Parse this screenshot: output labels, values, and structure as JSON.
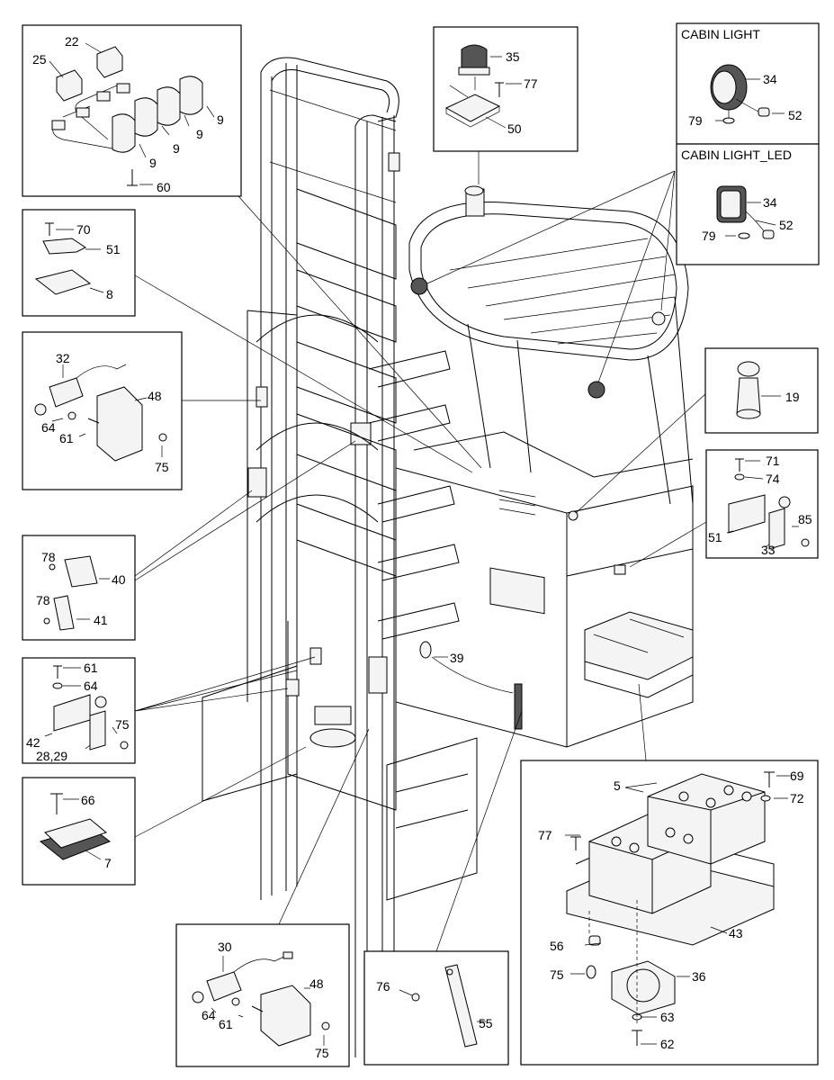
{
  "panels": {
    "cabin_light_title": "CABIN LIGHT",
    "cabin_light_led_title": "CABIN LIGHT_LED"
  },
  "callouts": {
    "p22": "22",
    "p25": "25",
    "p9a": "9",
    "p9b": "9",
    "p9c": "9",
    "p9d": "9",
    "p60": "60",
    "p35": "35",
    "p77a": "77",
    "p50": "50",
    "p34a": "34",
    "p79a": "79",
    "p52a": "52",
    "p34b": "34",
    "p52b": "52",
    "p79b": "79",
    "p70": "70",
    "p51a": "51",
    "p8": "8",
    "p32": "32",
    "p48a": "48",
    "p64a": "64",
    "p61a": "61",
    "p75a": "75",
    "p19": "19",
    "p71": "71",
    "p74": "74",
    "p85": "85",
    "p51b": "51",
    "p33": "33",
    "p78a": "78",
    "p40": "40",
    "p78b": "78",
    "p41": "41",
    "p61b": "61",
    "p64b": "64",
    "p75b": "75",
    "p42": "42",
    "p2829": "28,29",
    "p39": "39",
    "p66": "66",
    "p7": "7",
    "p5": "5",
    "p69": "69",
    "p72": "72",
    "p77b": "77",
    "p43": "43",
    "p56": "56",
    "p75c": "75",
    "p36": "36",
    "p63": "63",
    "p62": "62",
    "p30": "30",
    "p48b": "48",
    "p64c": "64",
    "p61c": "61",
    "p75d": "75",
    "p76": "76",
    "p55": "55"
  }
}
